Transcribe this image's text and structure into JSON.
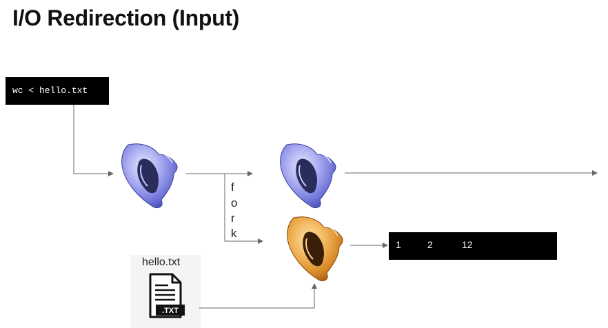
{
  "title": "I/O Redirection (Input)",
  "command": "wc < hello.txt",
  "fork_letters": [
    "f",
    "o",
    "r",
    "k"
  ],
  "file": {
    "name": "hello.txt",
    "extension_label": ".TXT"
  },
  "output": {
    "lines": "1",
    "words": "2",
    "bytes": "12"
  },
  "icons": {
    "parent_shell": "blue-shell-icon",
    "child_shell_blue": "blue-shell-icon",
    "child_shell_orange": "orange-shell-icon",
    "file_icon": "text-file-icon"
  },
  "colors": {
    "terminal_bg": "#000000",
    "terminal_fg": "#ffffff",
    "arrow": "#666666",
    "shell_blue": "#8f93e6",
    "shell_orange": "#e19a3c"
  }
}
